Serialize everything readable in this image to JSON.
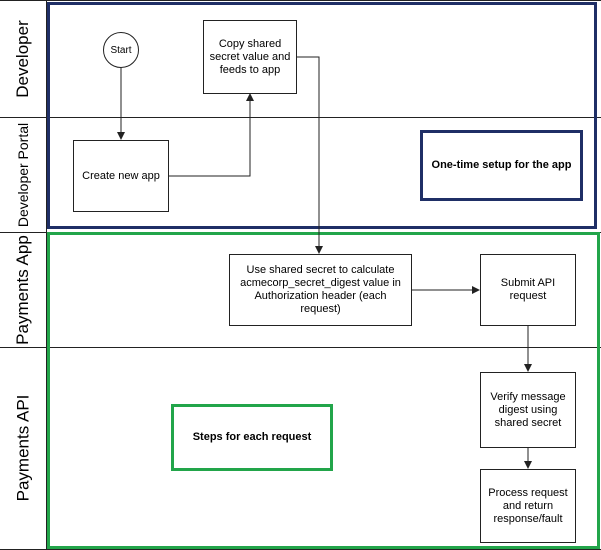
{
  "lanes": {
    "developer": "Developer",
    "developer_portal": "Developer Portal",
    "payments_app": "Payments App",
    "payments_api": "Payments API"
  },
  "nodes": {
    "start": "Start",
    "create_app": "Create new app",
    "copy_secret": "Copy shared secret value and feeds to app",
    "use_secret": "Use shared secret to calculate acmecorp_secret_digest value in Authorization header (each request)",
    "submit_request": "Submit API request",
    "verify_digest": "Verify message digest using shared secret",
    "process_request": "Process request and return response/fault"
  },
  "groups": {
    "one_time_setup": "One-time setup for the app",
    "each_request": "Steps for each request"
  },
  "colors": {
    "setup_group": "#1f2f66",
    "request_group": "#22a54a",
    "lines": "#222222"
  }
}
